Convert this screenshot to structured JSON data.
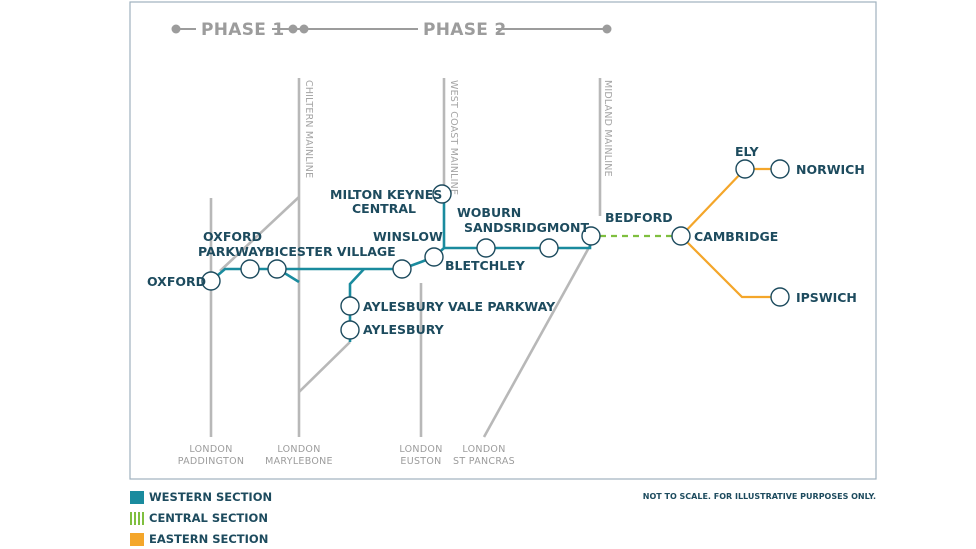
{
  "phases": {
    "phase1": "PHASE 1",
    "phase2": "PHASE 2"
  },
  "mainlines": {
    "chiltern": "CHILTERN MAINLINE",
    "west_coast": "WEST COAST MAINLINE",
    "midland": "MIDLAND MAINLINE"
  },
  "stations": {
    "oxford": "OXFORD",
    "oxford_parkway_1": "OXFORD",
    "oxford_parkway_2": "PARKWAY",
    "bicester_village": "BICESTER VILLAGE",
    "milton_keynes_1": "MILTON KEYNES",
    "milton_keynes_2": "CENTRAL",
    "winslow": "WINSLOW",
    "bletchley": "BLETCHLEY",
    "woburn_1": "WOBURN",
    "woburn_2": "SANDS",
    "ridgmont": "RIDGMONT",
    "bedford": "BEDFORD",
    "aylesbury_vale_parkway": "AYLESBURY VALE PARKWAY",
    "aylesbury": "AYLESBURY",
    "cambridge": "CAMBRIDGE",
    "ely": "ELY",
    "norwich": "NORWICH",
    "ipswich": "IPSWICH"
  },
  "termini": {
    "paddington_1": "LONDON",
    "paddington_2": "PADDINGTON",
    "marylebone_1": "LONDON",
    "marylebone_2": "MARYLEBONE",
    "euston_1": "LONDON",
    "euston_2": "EUSTON",
    "stpancras_1": "LONDON",
    "stpancras_2": "ST PANCRAS"
  },
  "legend": {
    "western": "WESTERN SECTION",
    "central": "CENTRAL SECTION",
    "eastern": "EASTERN SECTION"
  },
  "note": "NOT TO SCALE. FOR ILLUSTRATIVE PURPOSES ONLY.",
  "colors": {
    "western": "#1a8b9e",
    "central": "#7fbf3f",
    "eastern": "#f4a62a",
    "mainline": "#b8b8b8",
    "label": "#1d4b5e"
  }
}
